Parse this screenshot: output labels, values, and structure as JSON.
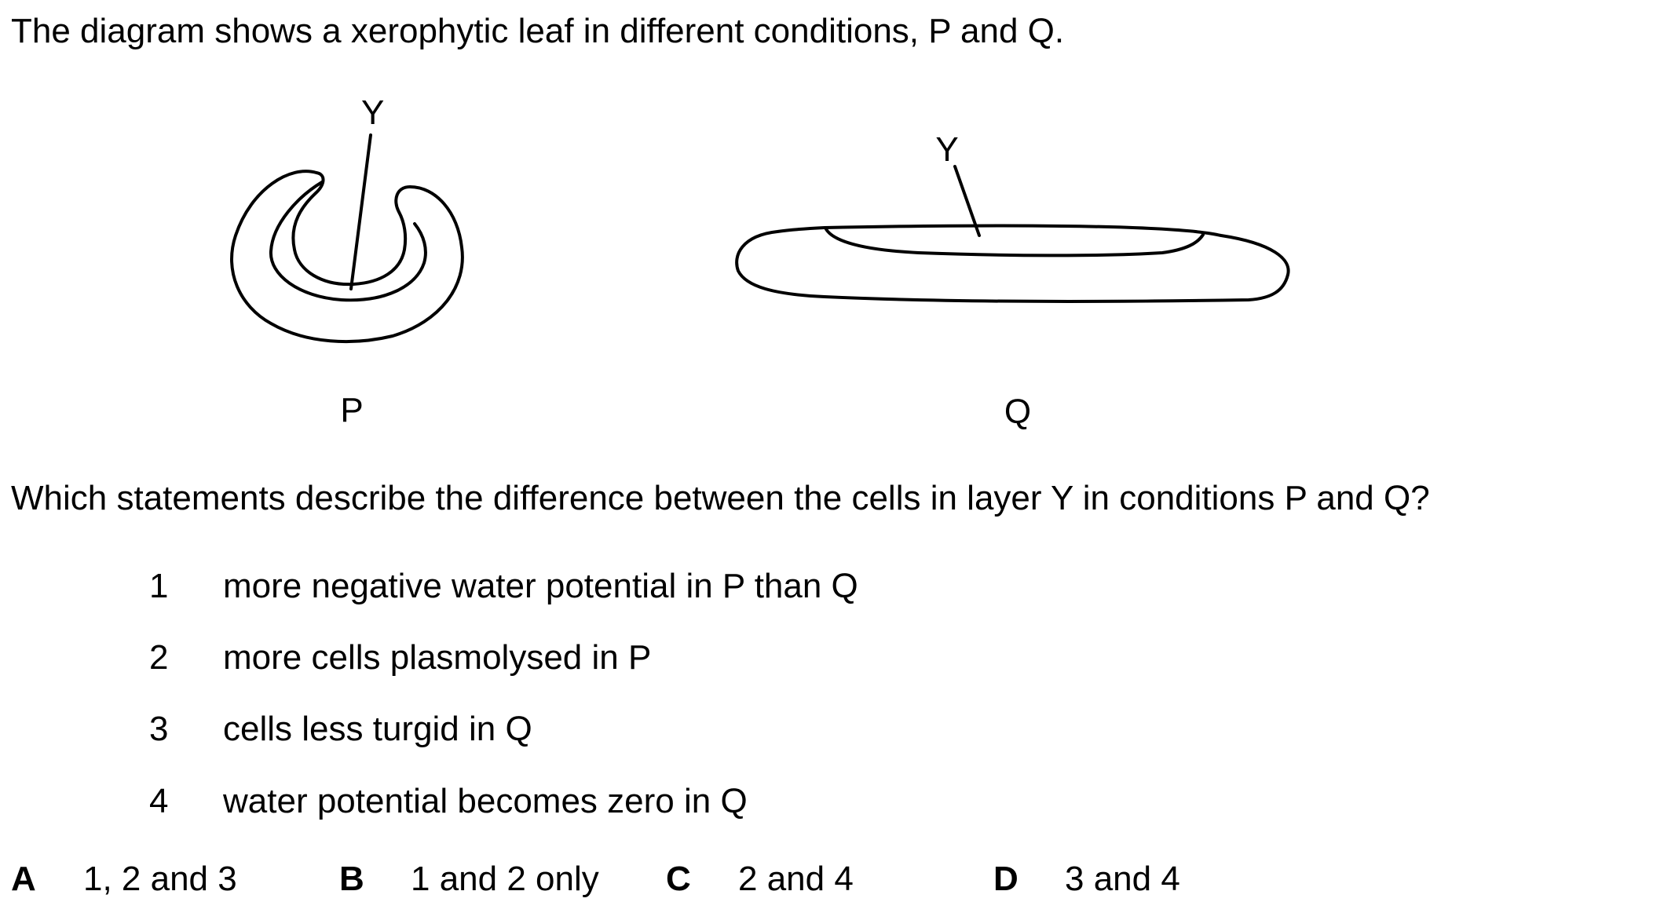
{
  "intro_text": "The diagram shows a xerophytic leaf in different conditions, P and Q.",
  "diagram": {
    "label_y": "Y",
    "label_p": "P",
    "label_q": "Q"
  },
  "question_text": "Which statements describe the difference between the cells in layer Y in conditions P and Q?",
  "statements": [
    {
      "number": "1",
      "text": "more negative water potential in P than Q"
    },
    {
      "number": "2",
      "text": "more cells plasmolysed in P"
    },
    {
      "number": "3",
      "text": "cells less turgid in Q"
    },
    {
      "number": "4",
      "text": "water potential becomes zero in Q"
    }
  ],
  "options": [
    {
      "letter": "A",
      "text": "1, 2 and 3"
    },
    {
      "letter": "B",
      "text": "1 and 2 only"
    },
    {
      "letter": "C",
      "text": "2 and 4"
    },
    {
      "letter": "D",
      "text": "3 and 4"
    }
  ]
}
